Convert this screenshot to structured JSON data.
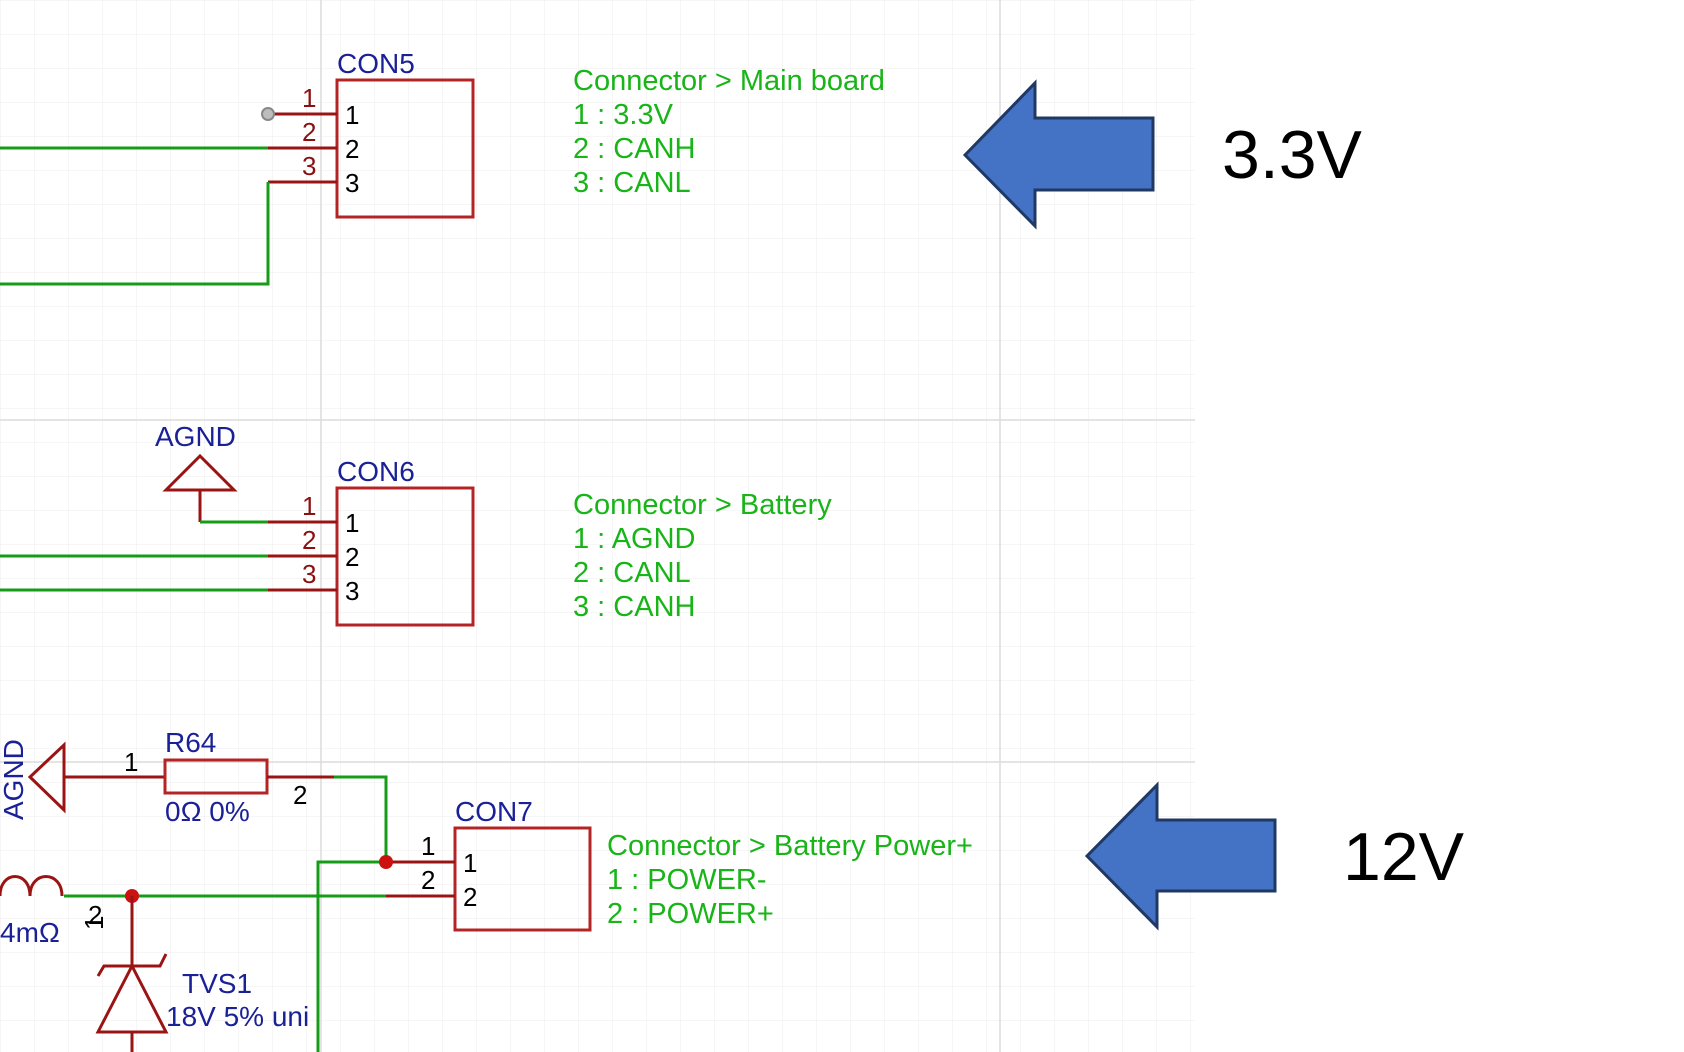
{
  "colors": {
    "wire": "#179c17",
    "pin": "#9b1414",
    "component_body": "#b52424",
    "designator_text": "#1a2196",
    "note_text": "#18b418",
    "arrow_fill": "#4472c4",
    "arrow_stroke": "#1f3864",
    "junction": "#cc1111"
  },
  "con5": {
    "designator": "CON5",
    "pins": [
      "1",
      "2",
      "3"
    ],
    "note_title": "Connector > Main board",
    "note_lines": [
      "1 : 3.3V",
      "2 : CANH",
      "3 : CANL"
    ]
  },
  "con6": {
    "designator": "CON6",
    "ground_label": "AGND",
    "pins": [
      "1",
      "2",
      "3"
    ],
    "note_title": "Connector > Battery",
    "note_lines": [
      "1 : AGND",
      "2 : CANL",
      "3 : CANH"
    ]
  },
  "con7": {
    "designator": "CON7",
    "pins": [
      "1",
      "2"
    ],
    "note_title": "Connector > Battery Power+",
    "note_lines": [
      "1 : POWER-",
      "2 : POWER+"
    ]
  },
  "r64": {
    "designator": "R64",
    "value": "0Ω 0%",
    "pin1": "1",
    "pin2": "2",
    "ground_label": "AGND"
  },
  "inductor": {
    "value": "4mΩ"
  },
  "tvs1": {
    "designator": "TVS1",
    "value": "18V 5% uni",
    "pin2": "2",
    "pin1": "1"
  },
  "callouts": {
    "top": {
      "label": "3.3V",
      "icon": "left-arrow-icon"
    },
    "bottom": {
      "label": "12V",
      "icon": "left-arrow-icon"
    }
  }
}
